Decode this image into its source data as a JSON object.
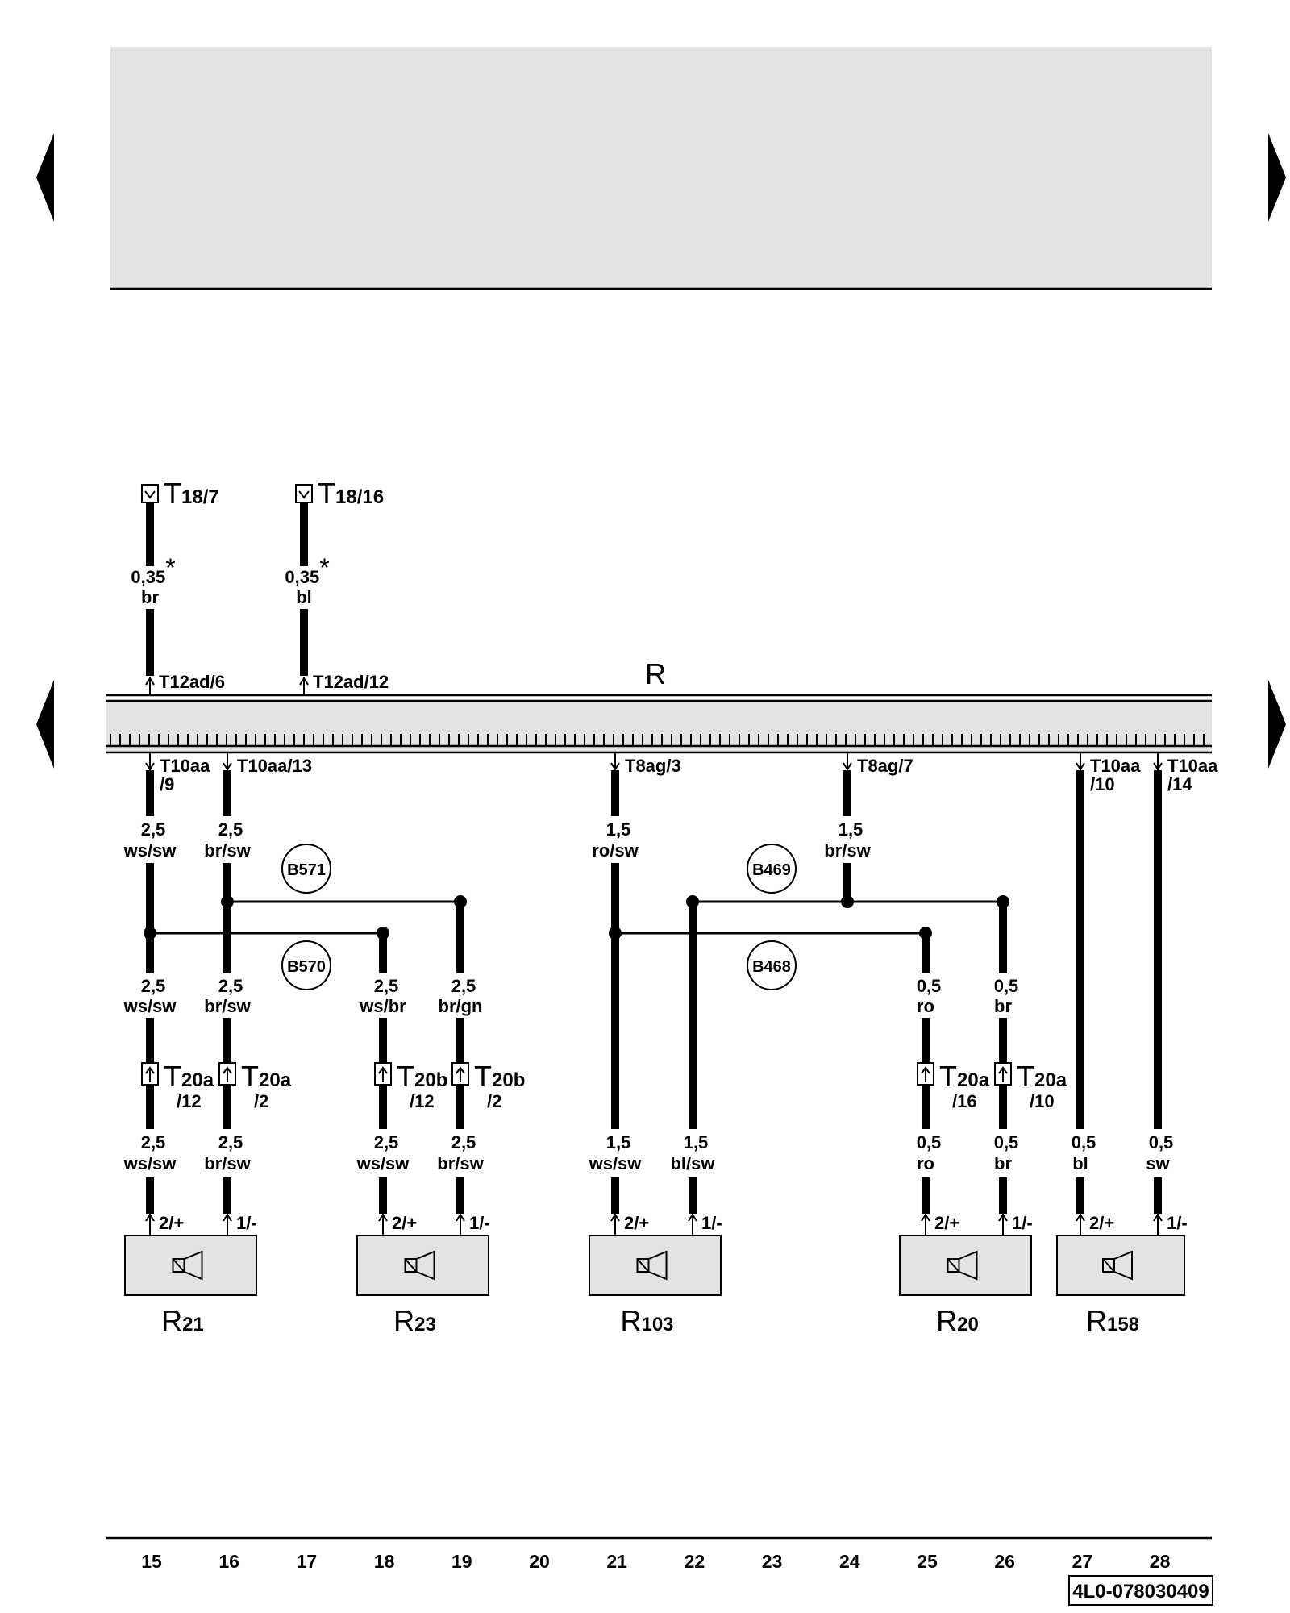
{
  "module": {
    "label": "R"
  },
  "top_connectors": [
    {
      "id": "t18-7",
      "main": "T",
      "sub": "18/7"
    },
    {
      "id": "t18-16",
      "main": "T",
      "sub": "18/16"
    }
  ],
  "top_wires": [
    {
      "gauge": "0,35",
      "mark": "*",
      "color": "br",
      "pin": "T12ad/6"
    },
    {
      "gauge": "0,35",
      "mark": "*",
      "color": "bl",
      "pin": "T12ad/12"
    }
  ],
  "bottom_pins": [
    {
      "a": "T10aa",
      "b": "/9"
    },
    {
      "a": "T10aa/13",
      "b": ""
    },
    {
      "a": "T8ag/3",
      "b": ""
    },
    {
      "a": "T8ag/7",
      "b": ""
    },
    {
      "a": "T10aa",
      "b": "/10"
    },
    {
      "a": "T10aa",
      "b": "/14"
    }
  ],
  "wires": {
    "c15a": {
      "g": "2,5",
      "c": "ws/sw"
    },
    "c16a": {
      "g": "2,5",
      "c": "br/sw"
    },
    "c21a": {
      "g": "1,5",
      "c": "ro/sw"
    },
    "c24a": {
      "g": "1,5",
      "c": "br/sw"
    },
    "c15b": {
      "g": "2,5",
      "c": "ws/sw"
    },
    "c16b": {
      "g": "2,5",
      "c": "br/sw"
    },
    "c18b": {
      "g": "2,5",
      "c": "ws/br"
    },
    "c19b": {
      "g": "2,5",
      "c": "br/gn"
    },
    "c25b": {
      "g": "0,5",
      "c": "ro"
    },
    "c26b": {
      "g": "0,5",
      "c": "br"
    },
    "c15c": {
      "g": "2,5",
      "c": "ws/sw"
    },
    "c16c": {
      "g": "2,5",
      "c": "br/sw"
    },
    "c18c": {
      "g": "2,5",
      "c": "ws/sw"
    },
    "c19c": {
      "g": "2,5",
      "c": "br/sw"
    },
    "c21c": {
      "g": "1,5",
      "c": "ws/sw"
    },
    "c22c": {
      "g": "1,5",
      "c": "bl/sw"
    },
    "c25c": {
      "g": "0,5",
      "c": "ro"
    },
    "c26c": {
      "g": "0,5",
      "c": "br"
    },
    "c27c": {
      "g": "0,5",
      "c": "bl"
    },
    "c28c": {
      "g": "0,5",
      "c": "sw"
    }
  },
  "splices": [
    "B571",
    "B570",
    "B469",
    "B468"
  ],
  "mid_connectors": [
    {
      "main": "T",
      "sub": "20a",
      "pin": "/12"
    },
    {
      "main": "T",
      "sub": "20a",
      "pin": "/2"
    },
    {
      "main": "T",
      "sub": "20b",
      "pin": "/12"
    },
    {
      "main": "T",
      "sub": "20b",
      "pin": "/2"
    },
    {
      "main": "T",
      "sub": "20a",
      "pin": "/16"
    },
    {
      "main": "T",
      "sub": "20a",
      "pin": "/10"
    }
  ],
  "speakers": [
    {
      "main": "R",
      "sub": "21",
      "pos": "2/+",
      "neg": "1/-"
    },
    {
      "main": "R",
      "sub": "23",
      "pos": "2/+",
      "neg": "1/-"
    },
    {
      "main": "R",
      "sub": "103",
      "pos": "2/+",
      "neg": "1/-"
    },
    {
      "main": "R",
      "sub": "20",
      "pos": "2/+",
      "neg": "1/-"
    },
    {
      "main": "R",
      "sub": "158",
      "pos": "2/+",
      "neg": "1/-"
    }
  ],
  "columns": [
    "15",
    "16",
    "17",
    "18",
    "19",
    "20",
    "21",
    "22",
    "23",
    "24",
    "25",
    "26",
    "27",
    "28"
  ],
  "footer_code": "4L0-078030409"
}
